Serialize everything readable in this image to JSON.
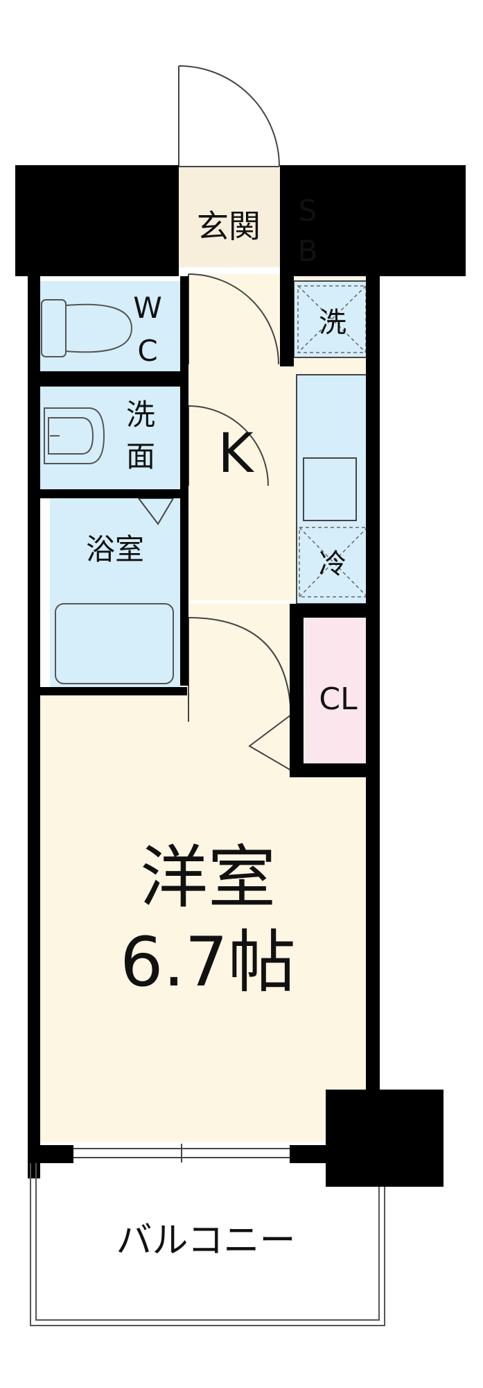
{
  "rooms": {
    "entrance": "玄関",
    "shoe_box": [
      "S",
      "B"
    ],
    "washer": "洗",
    "toilet": [
      "W",
      "C"
    ],
    "washbasin": [
      "洗",
      "面"
    ],
    "kitchen": "K",
    "refrigerator": "冷",
    "bath": "浴室",
    "closet": "CL",
    "western_room": "洋室",
    "area": "6.7帖",
    "balcony": "バルコニー"
  },
  "colors": {
    "wall": "#000000",
    "floor_cream": "#fdf6e3",
    "wet_blue": "#d6eef9",
    "closet_pink": "#fbe6ee",
    "entrance_tan": "#f7efdc",
    "line": "#555555"
  }
}
